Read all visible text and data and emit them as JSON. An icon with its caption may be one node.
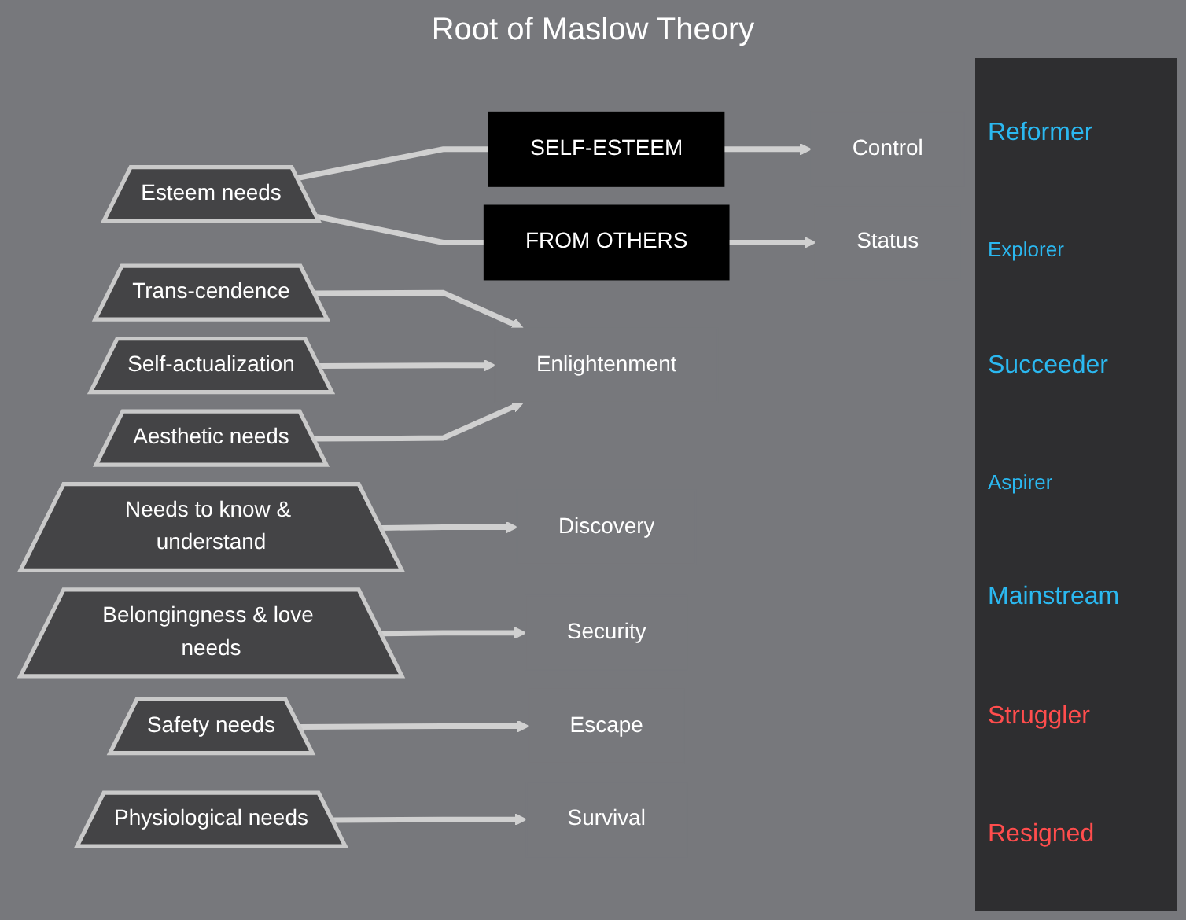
{
  "diagram": {
    "title": "Root of Maslow Theory",
    "nodes": [
      {
        "text": [
          "Trans-cendence"
        ]
      },
      {
        "text": [
          "Self-actualization"
        ]
      },
      {
        "text": [
          "Aesthetic needs"
        ]
      },
      {
        "text": [
          "Needs to know & understand"
        ]
      },
      {
        "text": [
          "Esteem needs"
        ]
      },
      {
        "text": [
          "Belongingness & love needs"
        ]
      },
      {
        "text": [
          "Safety needs"
        ]
      },
      {
        "text": [
          "Physiological needs"
        ]
      },
      {
        "text": [
          "SELF-ESTEEM"
        ]
      },
      {
        "text": [
          "FROM OTHERS"
        ]
      },
      {
        "text": [
          "Enlightenment"
        ]
      },
      {
        "text": [
          "Discovery"
        ]
      },
      {
        "text": [
          "Control"
        ]
      },
      {
        "text": [
          "Status"
        ]
      },
      {
        "text": [
          "Security"
        ]
      },
      {
        "text": [
          "Escape"
        ]
      },
      {
        "text": [
          "Survival"
        ]
      }
    ],
    "edges": [
      {
        "from": 0,
        "to": 10,
        "arrow": "to"
      },
      {
        "from": 1,
        "to": 10,
        "arrow": "to"
      },
      {
        "from": 2,
        "to": 10,
        "arrow": "to"
      },
      {
        "from": 3,
        "to": 11,
        "arrow": "to"
      },
      {
        "from": 4,
        "to": 8,
        "arrow": "none"
      },
      {
        "from": 4,
        "to": 9,
        "arrow": "none"
      },
      {
        "from": 8,
        "to": 12,
        "arrow": "to"
      },
      {
        "from": 9,
        "to": 13,
        "arrow": "to"
      },
      {
        "from": 5,
        "to": 14,
        "arrow": "to"
      },
      {
        "from": 6,
        "to": 15,
        "arrow": "to"
      },
      {
        "from": 7,
        "to": 16,
        "arrow": "to"
      }
    ],
    "labels": [
      "Reformer",
      "Explorer",
      "Succeeder",
      "Aspirer",
      "Mainstream",
      "Struggler",
      "Resigned"
    ]
  }
}
